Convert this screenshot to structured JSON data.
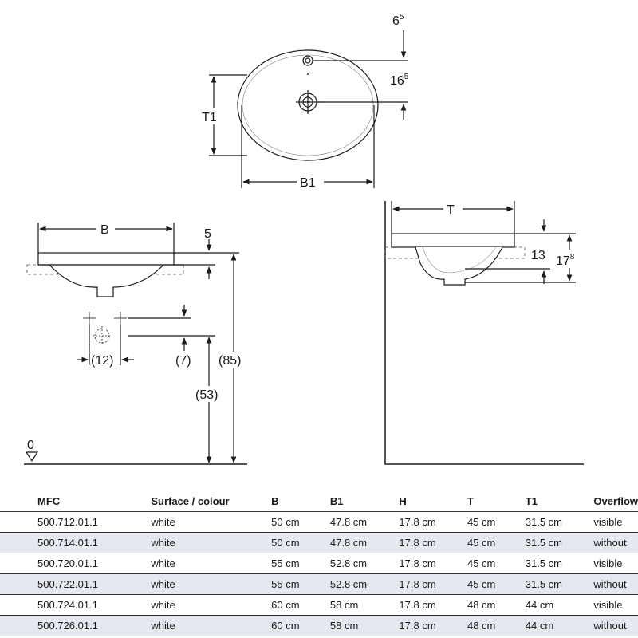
{
  "top_view": {
    "label_T1": "T1",
    "label_B1": "B1",
    "dim_6_5": {
      "base": "6",
      "sup": "5"
    },
    "dim_16_5": {
      "base": "16",
      "sup": "5"
    }
  },
  "front_view": {
    "label_B": "B",
    "dim_5": "5",
    "dim_12": "(12)",
    "dim_7": "(7)",
    "dim_53": "(53)",
    "dim_85": "(85)",
    "floor_zero": "0"
  },
  "side_view": {
    "label_T": "T",
    "dim_13": "13",
    "dim_17_8": {
      "base": "17",
      "sup": "8"
    }
  },
  "table": {
    "headers": [
      "MFC",
      "Surface / colour",
      "B",
      "B1",
      "H",
      "T",
      "T1",
      "Overflow"
    ],
    "rows": [
      [
        "500.712.01.1",
        "white",
        "50 cm",
        "47.8 cm",
        "17.8 cm",
        "45 cm",
        "31.5 cm",
        "visible"
      ],
      [
        "500.714.01.1",
        "white",
        "50 cm",
        "47.8 cm",
        "17.8 cm",
        "45 cm",
        "31.5 cm",
        "without"
      ],
      [
        "500.720.01.1",
        "white",
        "55 cm",
        "52.8 cm",
        "17.8 cm",
        "45 cm",
        "31.5 cm",
        "visible"
      ],
      [
        "500.722.01.1",
        "white",
        "55 cm",
        "52.8 cm",
        "17.8 cm",
        "45 cm",
        "31.5 cm",
        "without"
      ],
      [
        "500.724.01.1",
        "white",
        "60 cm",
        "58 cm",
        "17.8 cm",
        "48 cm",
        "44 cm",
        "visible"
      ],
      [
        "500.726.01.1",
        "white",
        "60 cm",
        "58 cm",
        "17.8 cm",
        "48 cm",
        "44 cm",
        "without"
      ]
    ]
  },
  "colors": {
    "line": "#1a1a1a",
    "row_shade": "#e6e8ef"
  }
}
